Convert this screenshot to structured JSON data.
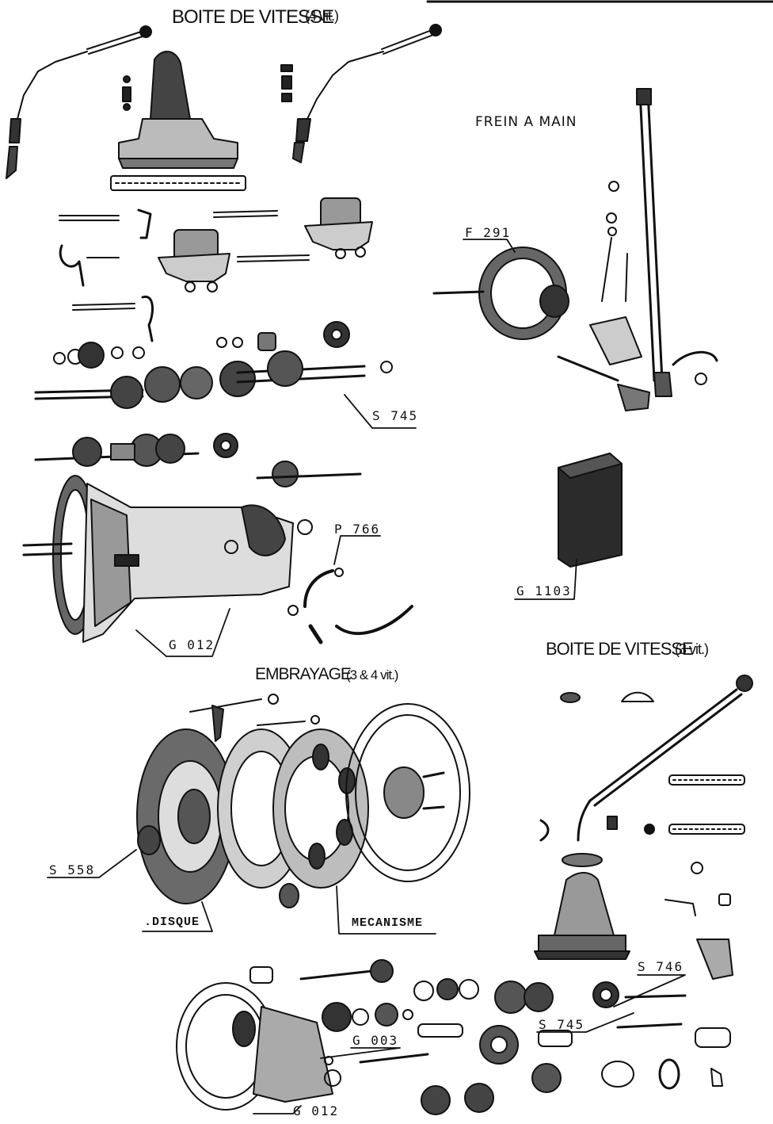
{
  "titles": {
    "gearbox_4": "BOITE DE VITESSE",
    "gearbox_4_sub": "(4 vit.)",
    "handbrake": "FREIN A MAIN",
    "gearbox_3": "BOITE DE VITESSE",
    "gearbox_3_sub": "(3 vit.)",
    "clutch": "EMBRAYAGE",
    "clutch_sub": "(3 & 4 vit.)"
  },
  "refs": {
    "f291": "F 291",
    "s745_top": "S 745",
    "p766": "P 766",
    "g012_top": "G 012",
    "g1103": "G 1103",
    "s558": "S 558",
    "disque": ".DISQUE",
    "mecanisme": "MECANISME",
    "s746": "S 746",
    "s745_bottom": "S 745",
    "g003": "G 003",
    "g012_bottom": "G 012"
  },
  "colors": {
    "ink": "#111111",
    "paper": "#ffffff",
    "shade": "#555555"
  }
}
